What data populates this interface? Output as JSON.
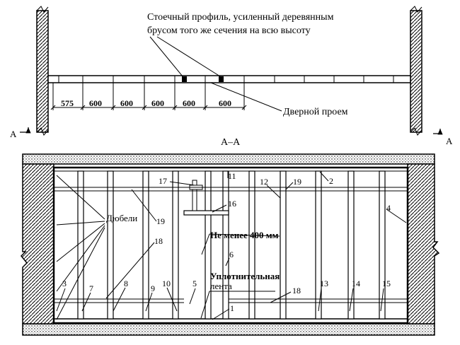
{
  "plan": {
    "note_line1": "Стоечный профиль, усиленный деревянным",
    "note_line2": "брусом того же сечения на всю высоту",
    "door_label": "Дверной проем",
    "dimensions": [
      "575",
      "600",
      "600",
      "600",
      "600",
      "600"
    ],
    "section_mark_left": "A",
    "section_mark_right": "A"
  },
  "section": {
    "title": "A–A",
    "label_dowels": "Дюбели",
    "label_min_height": "Не менее 400 мм",
    "label_seal_line1": "Уплотнительная",
    "label_seal_line2": "лента",
    "callouts": [
      "1",
      "2",
      "3",
      "4",
      "5",
      "6",
      "7",
      "8",
      "9",
      "10",
      "11",
      "12",
      "13",
      "14",
      "15",
      "16",
      "17",
      "18",
      "18",
      "19",
      "19"
    ]
  }
}
